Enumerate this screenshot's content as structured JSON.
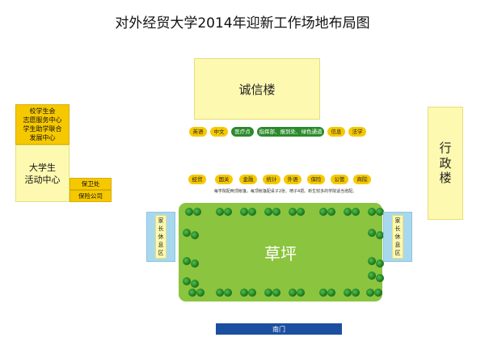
{
  "title": "对外经贸大学2014年迎新工作场地布局图",
  "buildings": {
    "chengxin": "诚信楼",
    "xingzheng": [
      "行",
      "政",
      "楼"
    ]
  },
  "left_block": {
    "org_lines": [
      "校学生会",
      "志愿服务中心",
      "学生助学联合",
      "发展中心"
    ],
    "activity_lines": [
      "大学生",
      "活动中心"
    ],
    "security": "保卫处",
    "insurance": "保险公司"
  },
  "booths_row1": [
    {
      "label": "英语",
      "color": "yellow"
    },
    {
      "label": "中文",
      "color": "yellow"
    },
    {
      "label": "医疗点",
      "color": "green"
    },
    {
      "label": "指挥部、报到处、绿色通道",
      "color": "green"
    },
    {
      "label": "信息",
      "color": "yellow"
    },
    {
      "label": "法学",
      "color": "yellow"
    }
  ],
  "booths_row2": [
    {
      "label": "经贸"
    },
    {
      "label": "国关"
    },
    {
      "label": "金融"
    },
    {
      "label": "统计"
    },
    {
      "label": "外语"
    },
    {
      "label": "保险"
    },
    {
      "label": "公管"
    },
    {
      "label": "商院"
    }
  ],
  "note": "每学院配两顶帐篷，每顶帐篷配桌子2张、椅子4把。新生较多的学院适当增配。",
  "lawn": "草坪",
  "rest_area": [
    "家",
    "长",
    "休",
    "息",
    "区"
  ],
  "gate": "南门",
  "colors": {
    "yellow": "#f6c800",
    "green": "#2b8a2b",
    "lawn": "#8bc43f",
    "building": "#fdf9b0",
    "rest": "#a8d8ef",
    "gate": "#1c4fa0"
  }
}
